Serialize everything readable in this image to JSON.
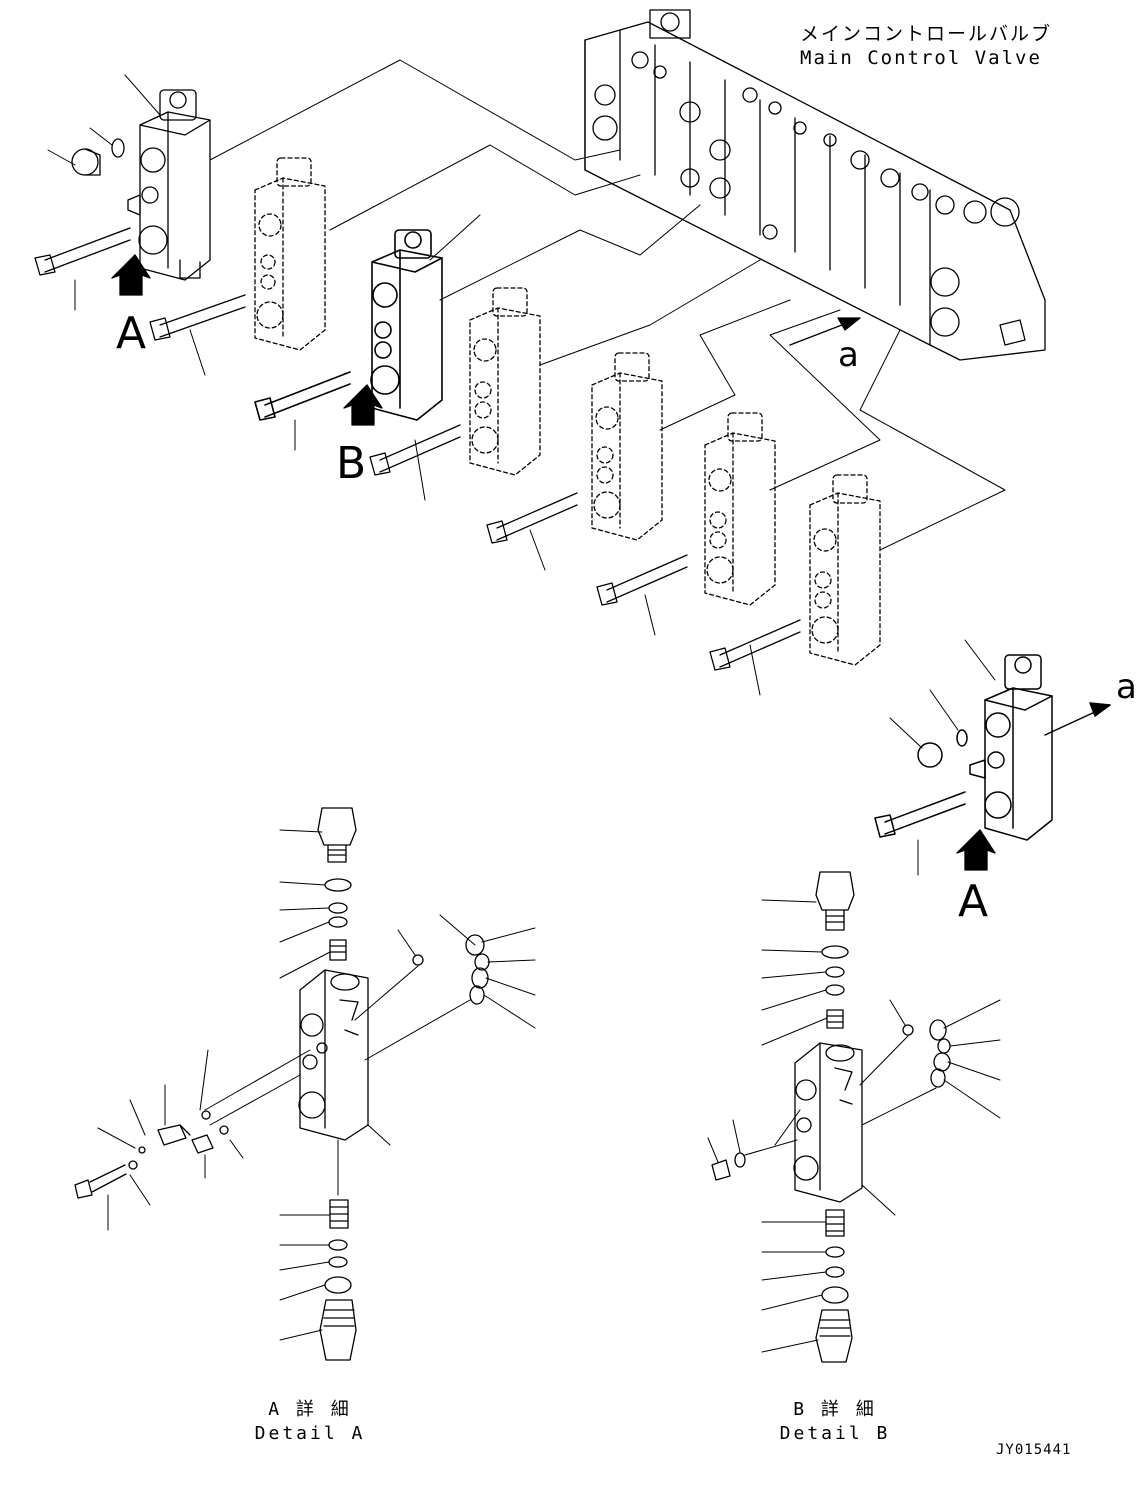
{
  "title": {
    "jp": "メインコントロールバルブ",
    "en": "Main Control Valve"
  },
  "view_labels": {
    "a_top": "A",
    "b_mid": "B",
    "a_right": "A",
    "a_arrow_top": "a",
    "a_arrow_right": "a"
  },
  "details": {
    "a_jp": "A 詳 細",
    "a_en": "Detail A",
    "b_jp": "B 詳 細",
    "b_en": "Detail B"
  },
  "drawing_code": "JY015441"
}
